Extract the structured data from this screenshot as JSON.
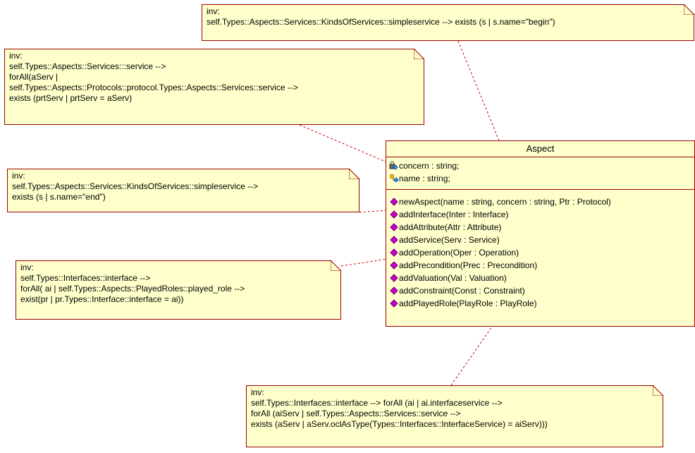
{
  "notes": [
    {
      "id": "note-top",
      "lines": [
        "inv:",
        "self.Types::Aspects::Services::KindsOfServices::simpleservice --> exists (s | s.name=\"begin\")"
      ]
    },
    {
      "id": "note-service",
      "lines": [
        "inv:",
        "self.Types::Aspects::Services:::service -->",
        "forAll(aServ |",
        "self.Types::Aspects::Protocols::protocol.Types::Aspects::Services::service -->",
        "exists (prtServ | prtServ = aServ)"
      ]
    },
    {
      "id": "note-end",
      "lines": [
        "inv:",
        "self.Types::Aspects::Services::KindsOfServices::simpleservice -->",
        "exists (s | s.name=\"end\")"
      ]
    },
    {
      "id": "note-interface",
      "lines": [
        "inv:",
        "self.Types::Interfaces::interface -->",
        "forAll( ai | self.Types::Aspects::PlayedRoles::played_role -->",
        "exist(pr | pr.Types::Interface::interface = ai))"
      ]
    },
    {
      "id": "note-bottom",
      "lines": [
        "inv:",
        "self.Types::Interfaces::interface --> forAll (ai | ai.interfaceservice -->",
        "forAll (aiServ | self.Types::Aspects::Services::service -->",
        "exists (aServ | aServ.oclAsType(Types::Interfaces::InterfaceService) = aiServ)))"
      ]
    }
  ],
  "aspect_class": {
    "name": "Aspect",
    "attributes": [
      {
        "text": "concern : string;",
        "icon": "protected-attribute-icon"
      },
      {
        "text": "name : string;",
        "icon": "key-attribute-icon"
      }
    ],
    "operations": [
      "newAspect(name : string, concern : string, Ptr : Protocol)",
      "addInterface(Inter : Interface)",
      "addAttribute(Attr : Attribute)",
      "addService(Serv : Service)",
      "addOperation(Oper : Operation)",
      "addPrecondition(Prec : Precondition)",
      "addValuation(Val : Valuation)",
      "addConstraint(Const : Constraint)",
      "addPlayedRole(PlayRole : PlayRole)"
    ]
  },
  "colors": {
    "note_fill": "#ffffcc",
    "border": "#990000",
    "connector": "#cc0000",
    "operation_icon": "#cc00cc",
    "attribute_icon": "#3399ff"
  }
}
